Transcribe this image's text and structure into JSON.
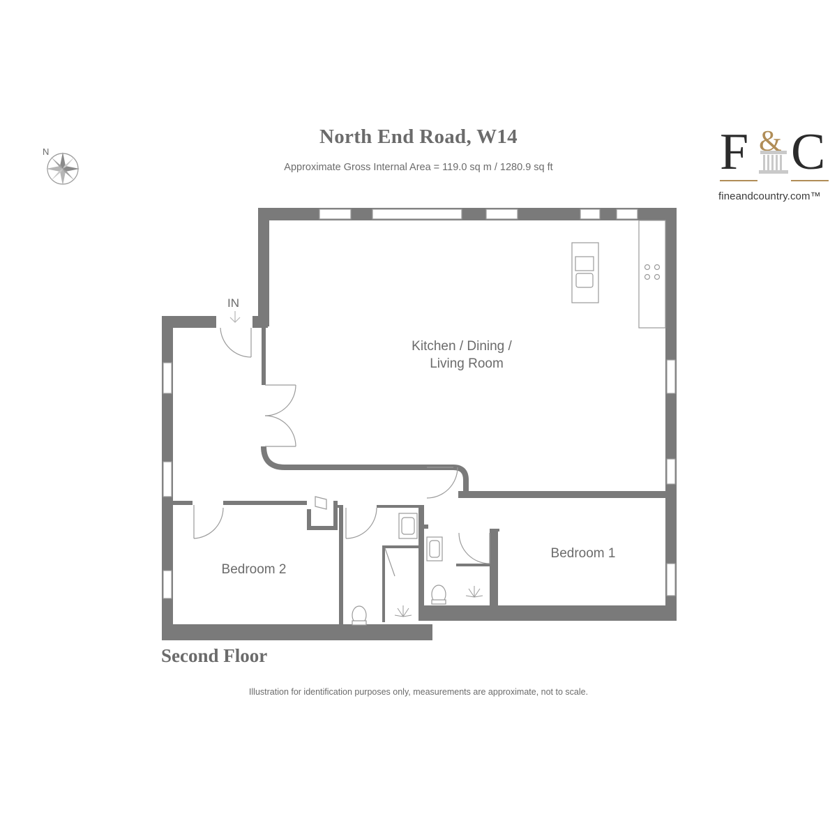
{
  "title": "North End Road, W14",
  "area": "Approximate Gross Internal Area = 119.0 sq m / 1280.9 sq ft",
  "floor": "Second Floor",
  "disclaimer": "Illustration for identification purposes only, measurements are approximate, not to scale.",
  "compass": {
    "label": "N",
    "icon": "compass-rose-icon"
  },
  "brand": {
    "logo_left": "F",
    "logo_amp": "&",
    "logo_right": "C",
    "url": "fineandcountry.com™",
    "colors": {
      "dark": "#2b2b2b",
      "gold": "#b08d57",
      "column": "#c9c9c9"
    }
  },
  "rooms": {
    "kitchen_line1": "Kitchen / Dining /",
    "kitchen_line2": "Living Room",
    "bedroom1": "Bedroom 1",
    "bedroom2": "Bedroom 2"
  },
  "entrance": "IN",
  "colors": {
    "wall": "#7a7a7a",
    "text": "#6b6b6b",
    "fixture": "#9a9a9a"
  }
}
